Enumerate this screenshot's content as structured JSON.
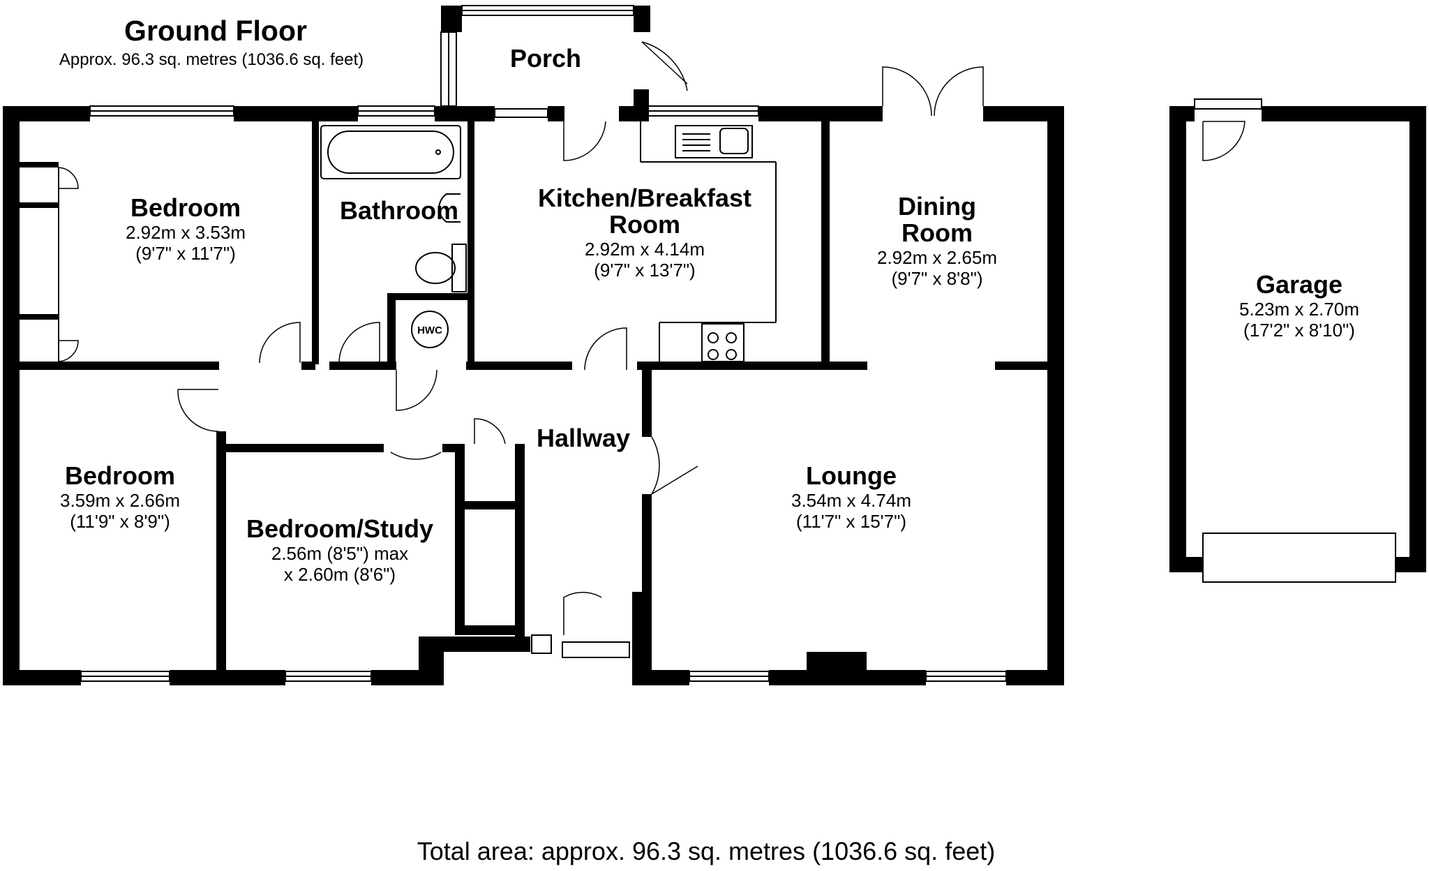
{
  "header": {
    "title": "Ground Floor",
    "subtitle": "Approx. 96.3 sq. metres (1036.6 sq. feet)"
  },
  "rooms": {
    "porch": {
      "name": "Porch"
    },
    "bedroom1": {
      "name": "Bedroom",
      "metric": "2.92m x 3.53m",
      "imperial": "(9'7\" x 11'7\")"
    },
    "bathroom": {
      "name": "Bathroom"
    },
    "kitchen": {
      "name1": "Kitchen/Breakfast",
      "name2": "Room",
      "metric": "2.92m x 4.14m",
      "imperial": "(9'7\" x 13'7\")"
    },
    "dining": {
      "name1": "Dining",
      "name2": "Room",
      "metric": "2.92m x 2.65m",
      "imperial": "(9'7\" x 8'8\")"
    },
    "garage": {
      "name": "Garage",
      "metric": "5.23m x 2.70m",
      "imperial": "(17'2\" x 8'10\")"
    },
    "hwc": {
      "name": "HWC"
    },
    "hallway": {
      "name": "Hallway"
    },
    "bedroom2": {
      "name": "Bedroom",
      "metric": "3.59m x 2.66m",
      "imperial": "(11'9\" x 8'9\")"
    },
    "study": {
      "name": "Bedroom/Study",
      "line1": "2.56m (8'5\") max",
      "line2": "x 2.60m (8'6\")"
    },
    "lounge": {
      "name": "Lounge",
      "metric": "3.54m x 4.74m",
      "imperial": "(11'7\" x 15'7\")"
    }
  },
  "footer": {
    "total": "Total area: approx. 96.3 sq. metres (1036.6 sq. feet)"
  }
}
